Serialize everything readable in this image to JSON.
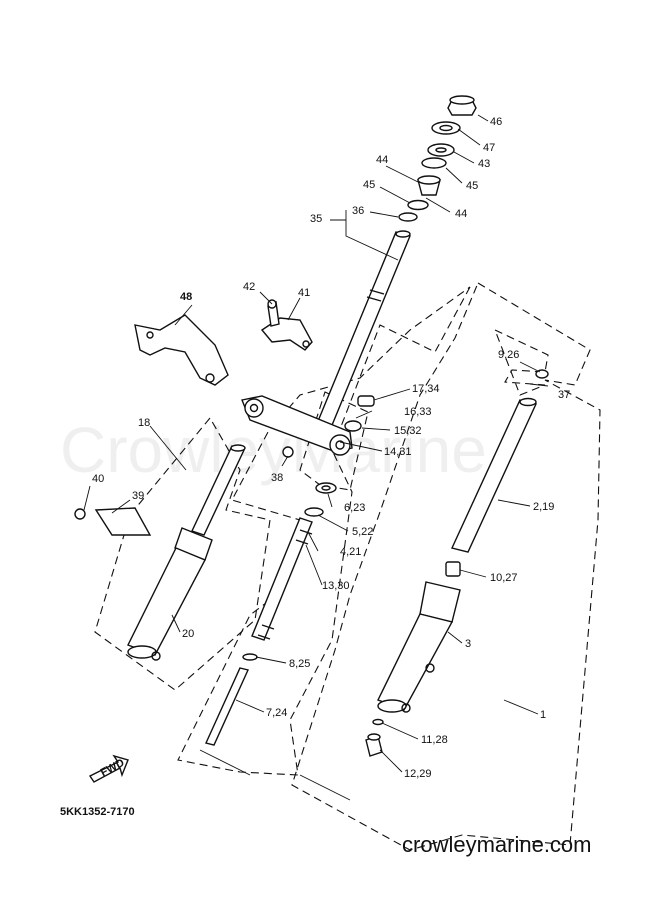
{
  "labels": {
    "l46": "46",
    "l47": "47",
    "l43": "43",
    "l44a": "44",
    "l45a": "45",
    "l45b": "45",
    "l44b": "44",
    "l36": "36",
    "l35": "35",
    "l48": "48",
    "l42": "42",
    "l41": "41",
    "l926": "9,26",
    "l1734": "17,34",
    "l37": "37",
    "l1633": "16,33",
    "l1532": "15,32",
    "l1431": "14,31",
    "l18": "18",
    "l38": "38",
    "l623": "6,23",
    "l40": "40",
    "l39": "39",
    "l522": "5,22",
    "l219": "2,19",
    "l421": "4,21",
    "l1027": "10,27",
    "l1330": "13,30",
    "l20": "20",
    "l3": "3",
    "l825": "8,25",
    "l724": "7,24",
    "l1": "1",
    "l1128": "11,28",
    "l1229": "12,29"
  },
  "fwd_badge": "FWD",
  "part_code": "5KK1352-7170",
  "watermark": "CrowleyMarine",
  "site_url": "crowleymarine.com",
  "line_color": "#111111"
}
